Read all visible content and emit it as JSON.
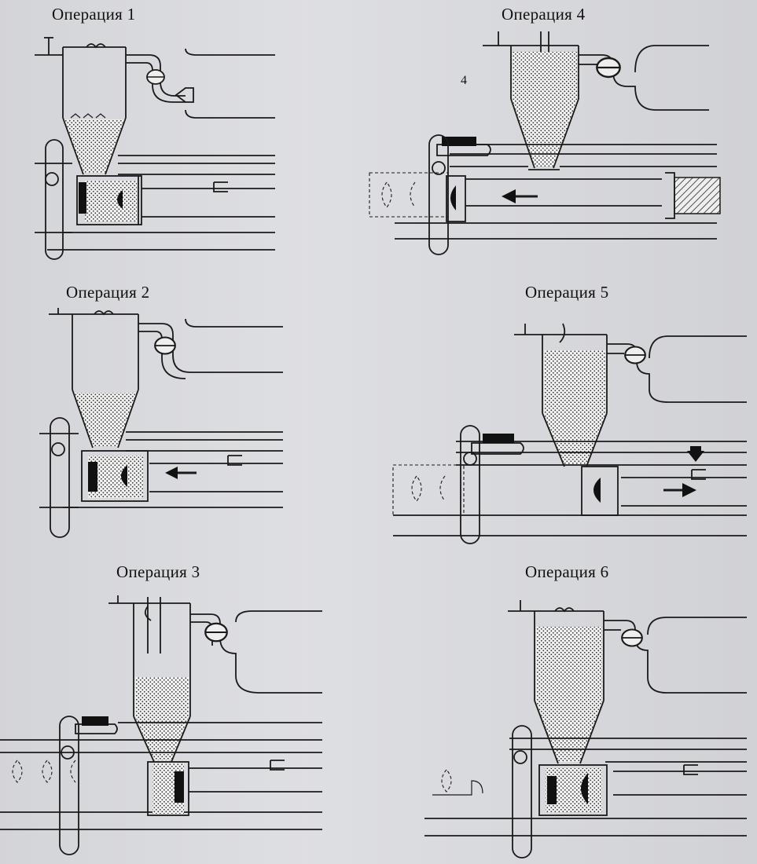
{
  "diagram": {
    "operations": [
      {
        "label": "Операция 1"
      },
      {
        "label": "Операция 2"
      },
      {
        "label": "Операция 3"
      },
      {
        "label": "Операция 4"
      },
      {
        "label": "Операция 5"
      },
      {
        "label": "Операция 6"
      }
    ],
    "step_marker": "4"
  },
  "colors": {
    "background": "#dcdde1",
    "ink": "#1a1a1a"
  }
}
